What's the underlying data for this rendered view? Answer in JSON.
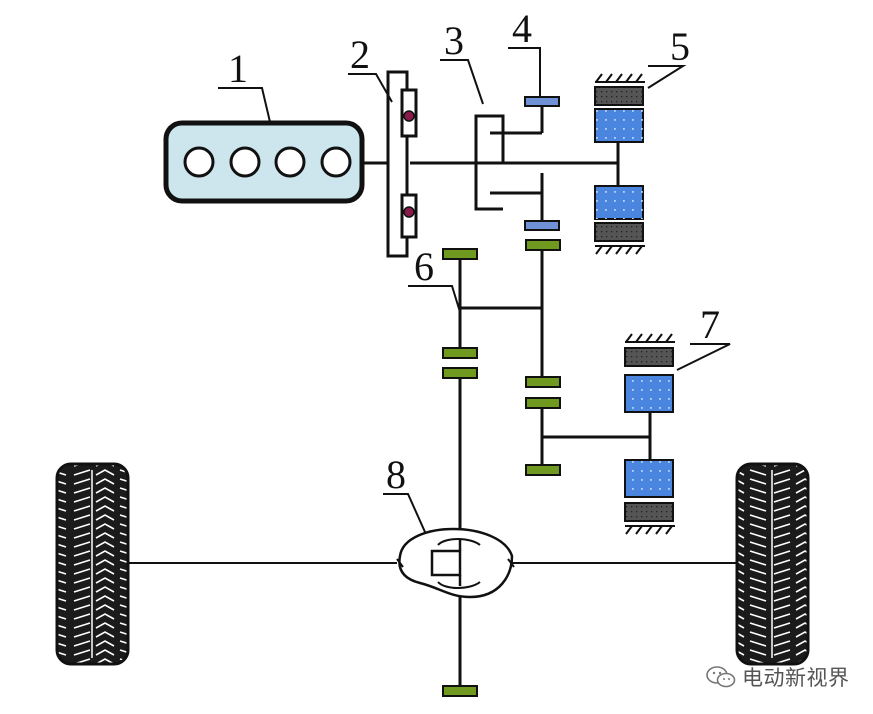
{
  "labels": [
    {
      "id": "1",
      "text": "1"
    },
    {
      "id": "2",
      "text": "2"
    },
    {
      "id": "3",
      "text": "3"
    },
    {
      "id": "4",
      "text": "4"
    },
    {
      "id": "5",
      "text": "5"
    },
    {
      "id": "6",
      "text": "6"
    },
    {
      "id": "7",
      "text": "7"
    },
    {
      "id": "8",
      "text": "8"
    }
  ],
  "watermark": {
    "text": "电动新视界",
    "icon": "wechat-icon"
  },
  "colors": {
    "engine": "#cde6ee",
    "motor": "#4a86e0",
    "stator": "#555555",
    "gear_green": "#6f9a1f",
    "clutch_blue": "#6f92d6",
    "damper_dot": "#8a1a4a",
    "line": "#111111"
  }
}
